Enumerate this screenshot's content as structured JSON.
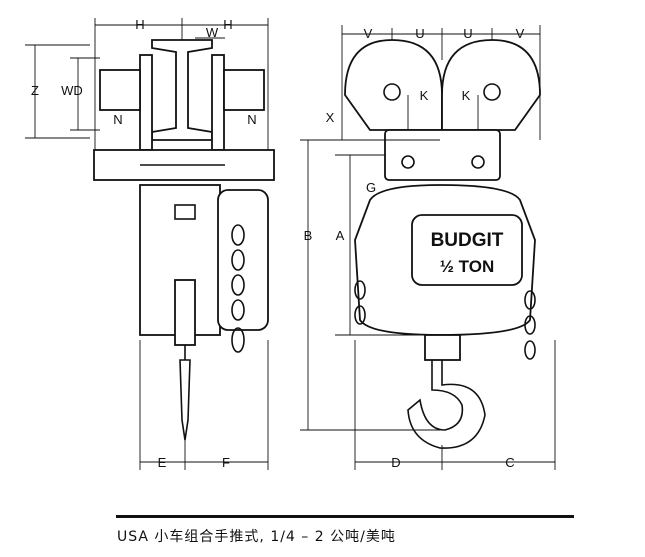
{
  "labels": {
    "H_left": "H",
    "H_right": "H",
    "W": "W",
    "Z": "Z",
    "WD": "WD",
    "N_left": "N",
    "N_right": "N",
    "X": "X",
    "V_left": "V",
    "U_left": "U",
    "U_right": "U",
    "V_right": "V",
    "K_left": "K",
    "K_right": "K",
    "G": "G",
    "B": "B",
    "A": "A",
    "E": "E",
    "F": "F",
    "D": "D",
    "C": "C"
  },
  "nameplate": {
    "brand": "BUDGIT",
    "capacity": "½ TON"
  },
  "caption": "USA 小车组合手推式, 1/4 – 2 公吨/美吨"
}
